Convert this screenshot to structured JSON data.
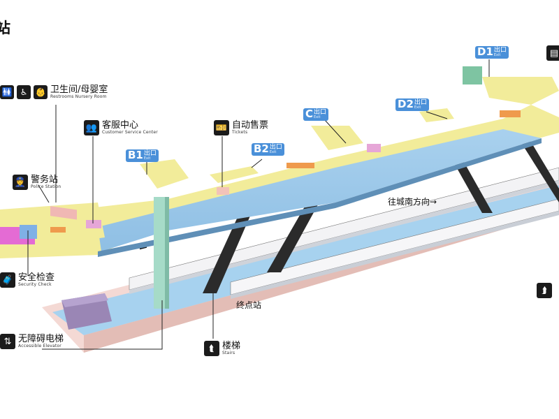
{
  "page": {
    "title": "站",
    "direction_label": "往城南方向→",
    "terminal_label": "终点站"
  },
  "facilities": {
    "restrooms": {
      "zh": "卫生间/母婴室",
      "en": "Restrooms    Nursery Room",
      "icon": "restroom-icon"
    },
    "customer_service": {
      "zh": "客服中心",
      "en": "Customer Service Center",
      "icon": "customer-service-icon"
    },
    "tickets": {
      "zh": "自动售票",
      "en": "Tickets",
      "icon": "ticket-machine-icon"
    },
    "police": {
      "zh": "警务站",
      "en": "Police Station",
      "icon": "police-icon"
    },
    "security": {
      "zh": "安全检查",
      "en": "Security Check",
      "icon": "security-check-icon"
    },
    "elevator": {
      "zh": "无障碍电梯",
      "en": "Accessible Elevator",
      "icon": "elevator-icon"
    },
    "stairs": {
      "zh": "楼梯",
      "en": "Stairs",
      "icon": "stairs-icon"
    }
  },
  "exits": [
    {
      "id": "D1",
      "zh": "出口",
      "en": "Exit"
    },
    {
      "id": "D2",
      "zh": "出口",
      "en": "Exit"
    },
    {
      "id": "C",
      "zh": "出口",
      "en": "Exit"
    },
    {
      "id": "B1",
      "zh": "出口",
      "en": "Exit"
    },
    {
      "id": "B2",
      "zh": "出口",
      "en": "Exit"
    }
  ],
  "colors": {
    "concourse": "#f2ec9a",
    "platform_blue": "#9ec8e8",
    "track_bed": "#f4d9d4",
    "column": "#9fd8c6",
    "exit_badge": "#4a90d9",
    "stair": "#2b2b2b"
  }
}
